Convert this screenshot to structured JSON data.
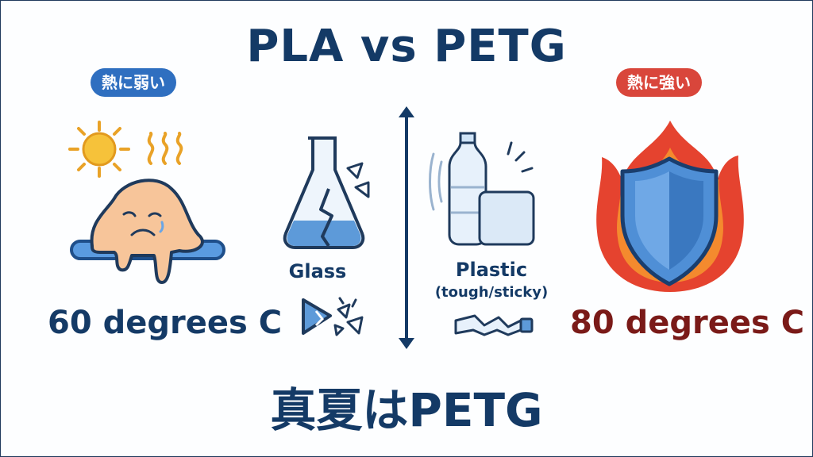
{
  "title": "PLA vs PETG",
  "left": {
    "badge": "熱に弱い",
    "temperature": "60 degrees C",
    "material_label": "Glass"
  },
  "right": {
    "badge": "熱に強い",
    "temperature": "80 degrees C",
    "material_label": "Plastic",
    "material_sub_label": "(tough/sticky)"
  },
  "footer": "真夏はPETG",
  "icons": {
    "sun": "sun-icon",
    "heat_waves": "heat-waves-icon",
    "melting_blob": "melting-blob-icon",
    "glass_flask": "broken-flask-icon",
    "shards": "glass-shards-icon",
    "bottle": "plastic-bottle-icon",
    "crushed_bottle": "crushed-bottle-icon",
    "shield": "shield-icon",
    "fire": "fire-icon",
    "divider": "double-arrow-icon"
  },
  "colors": {
    "navy": "#143a66",
    "blue_badge": "#2f6fc0",
    "red_badge": "#d9463b",
    "dark_red_text": "#7a1a18"
  }
}
